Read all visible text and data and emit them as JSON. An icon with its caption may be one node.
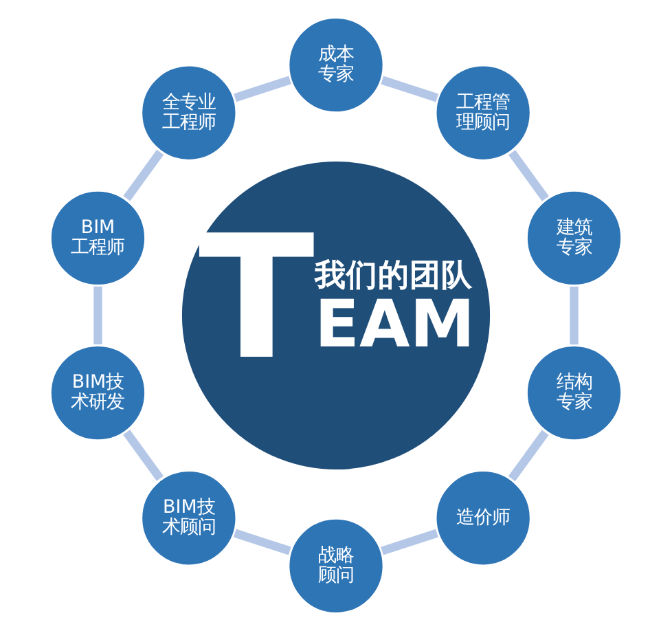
{
  "diagram": {
    "nodes": [
      {
        "text": [
          "T",
          "我们的团队",
          "EAM"
        ]
      },
      {
        "text": [
          "成本专家"
        ]
      },
      {
        "text": [
          "工程管理顾问"
        ]
      },
      {
        "text": [
          "建筑专家"
        ]
      },
      {
        "text": [
          "结构专家"
        ]
      },
      {
        "text": [
          "造价师"
        ]
      },
      {
        "text": [
          "战略顾问"
        ]
      },
      {
        "text": [
          "BIM技术顾问"
        ]
      },
      {
        "text": [
          "BIM技术研发"
        ]
      },
      {
        "text": [
          "BIM工程师"
        ]
      },
      {
        "text": [
          "全专业工程师"
        ]
      }
    ],
    "edges": [
      {
        "from": 1,
        "to": 2,
        "arrow": "none"
      },
      {
        "from": 2,
        "to": 3,
        "arrow": "none"
      },
      {
        "from": 3,
        "to": 4,
        "arrow": "none"
      },
      {
        "from": 4,
        "to": 5,
        "arrow": "none"
      },
      {
        "from": 5,
        "to": 6,
        "arrow": "none"
      },
      {
        "from": 6,
        "to": 7,
        "arrow": "none"
      },
      {
        "from": 7,
        "to": 8,
        "arrow": "none"
      },
      {
        "from": 8,
        "to": 9,
        "arrow": "none"
      },
      {
        "from": 9,
        "to": 10,
        "arrow": "none"
      },
      {
        "from": 10,
        "to": 1,
        "arrow": "none"
      }
    ]
  }
}
